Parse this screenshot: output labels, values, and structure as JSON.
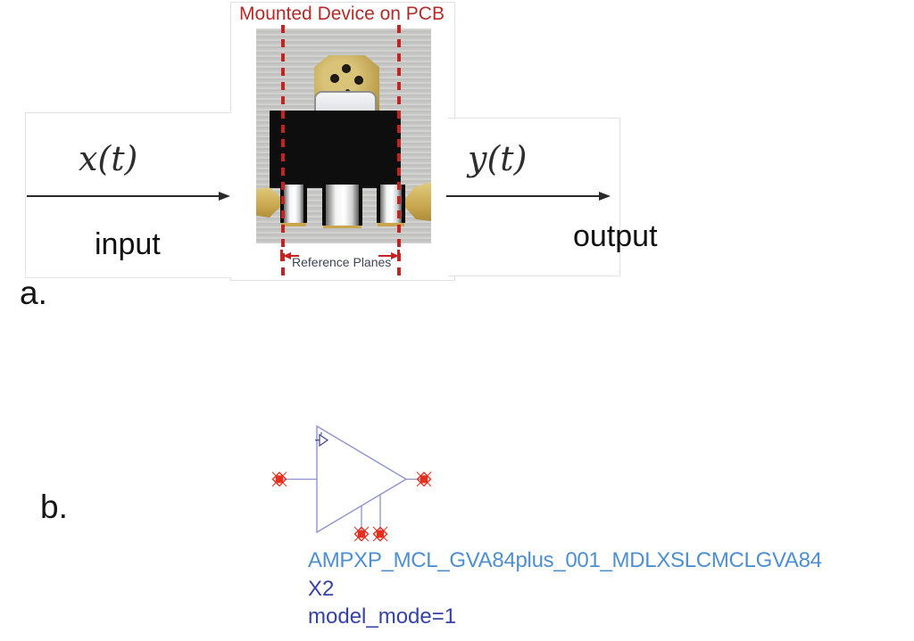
{
  "panel_a": {
    "label": "a.",
    "title": "Mounted Device on PCB",
    "input_signal": "x(t)",
    "input_label": "input",
    "output_signal": "y(t)",
    "output_label": "output",
    "reference_planes_label": "Reference Planes"
  },
  "panel_b": {
    "label": "b.",
    "component_name": "AMPXP_MCL_GVA84plus_001_MDLXSLCMCLGVA84",
    "instance_name": "X2",
    "parameter": "model_mode=1",
    "port_count": 4
  },
  "colors": {
    "annotation_red": "#c62222",
    "title_red": "#b42a28",
    "schematic_wire_blue": "#8e93cc",
    "port_red": "#e5301f",
    "component_name_blue": "#4e8fd2",
    "instance_text_blue": "#3743a3",
    "reference_text_gray": "#3d4452"
  }
}
